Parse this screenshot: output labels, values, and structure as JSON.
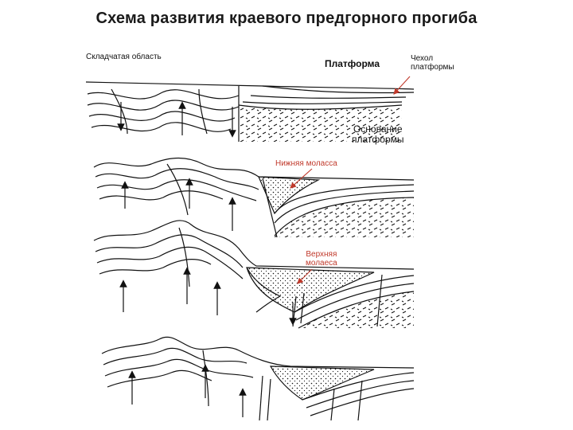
{
  "title": "Схема развития краевого предгорного прогиба",
  "labels": {
    "folded_area": "Складчатая область",
    "platform": "Платформа",
    "platform_cover_line1": "Чехол",
    "platform_cover_line2": "платформы",
    "platform_base_line1": "Основание",
    "platform_base_line2": "платформы",
    "lower_molasse": "Нижняя моласса",
    "upper_molasse_line1": "Верхняя",
    "upper_molasse_line2": "молаеса"
  },
  "colors": {
    "ink": "#111111",
    "leader": "#c0392b",
    "molasse_label": "#c0392b"
  }
}
